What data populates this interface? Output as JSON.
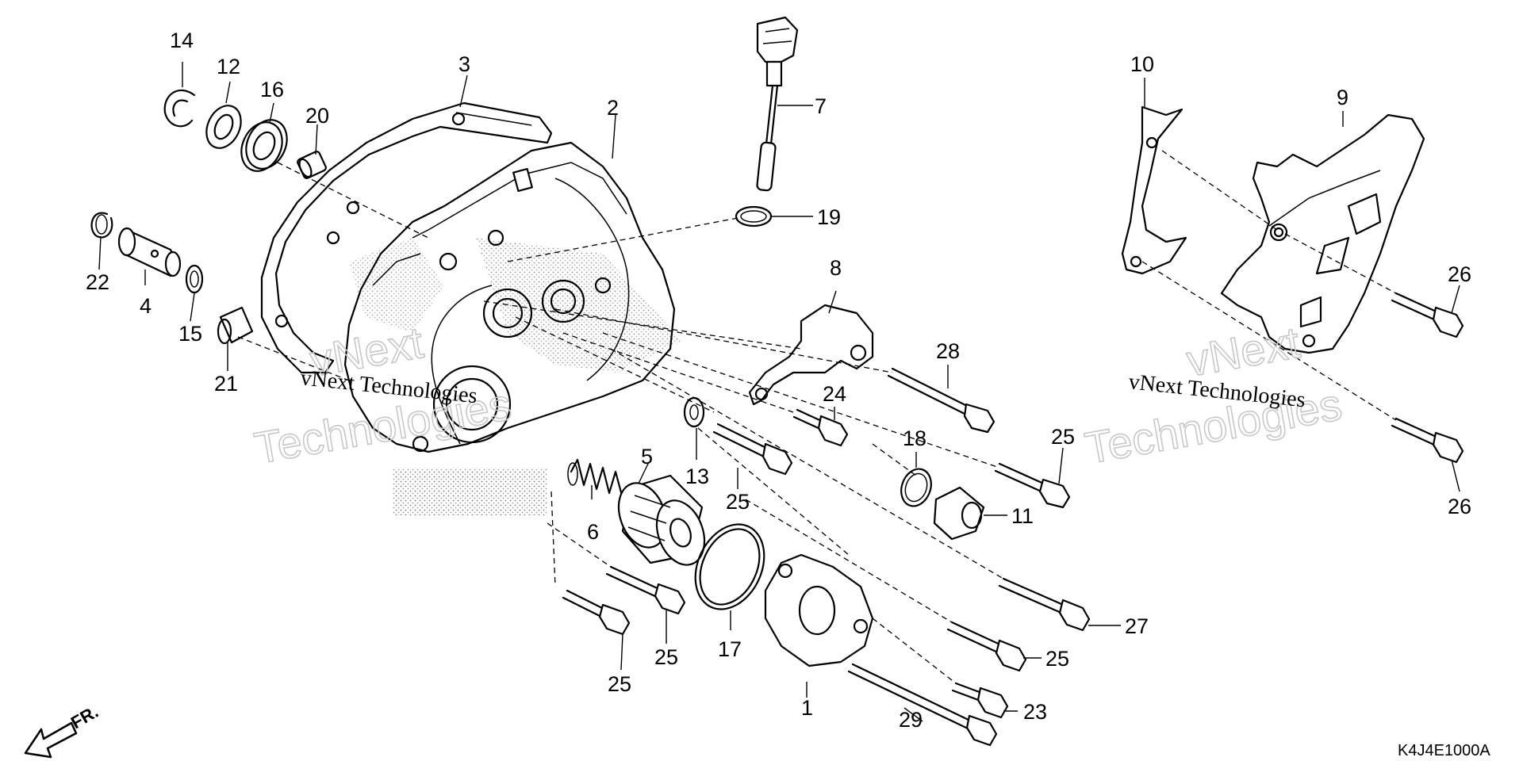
{
  "diagram": {
    "callouts": [
      {
        "id": "c1",
        "label": "1"
      },
      {
        "id": "c2",
        "label": "2"
      },
      {
        "id": "c3",
        "label": "3"
      },
      {
        "id": "c4",
        "label": "4"
      },
      {
        "id": "c5",
        "label": "5"
      },
      {
        "id": "c6",
        "label": "6"
      },
      {
        "id": "c7",
        "label": "7"
      },
      {
        "id": "c8",
        "label": "8"
      },
      {
        "id": "c9",
        "label": "9"
      },
      {
        "id": "c10",
        "label": "10"
      },
      {
        "id": "c11",
        "label": "11"
      },
      {
        "id": "c12",
        "label": "12"
      },
      {
        "id": "c13",
        "label": "13"
      },
      {
        "id": "c14",
        "label": "14"
      },
      {
        "id": "c15",
        "label": "15"
      },
      {
        "id": "c16",
        "label": "16"
      },
      {
        "id": "c17",
        "label": "17"
      },
      {
        "id": "c18",
        "label": "18"
      },
      {
        "id": "c19",
        "label": "19"
      },
      {
        "id": "c20",
        "label": "20"
      },
      {
        "id": "c21",
        "label": "21"
      },
      {
        "id": "c22",
        "label": "22"
      },
      {
        "id": "c23",
        "label": "23"
      },
      {
        "id": "c24",
        "label": "24"
      },
      {
        "id": "c25a",
        "label": "25"
      },
      {
        "id": "c25b",
        "label": "25"
      },
      {
        "id": "c25c",
        "label": "25"
      },
      {
        "id": "c25d",
        "label": "25"
      },
      {
        "id": "c25e",
        "label": "25"
      },
      {
        "id": "c26a",
        "label": "26"
      },
      {
        "id": "c26b",
        "label": "26"
      },
      {
        "id": "c27",
        "label": "27"
      },
      {
        "id": "c28",
        "label": "28"
      },
      {
        "id": "c29",
        "label": "29"
      }
    ],
    "front_indicator": "FR.",
    "diagram_code": "K4J4E1000A",
    "watermark": {
      "small": "vNext Technologies",
      "big_line1": "vNext",
      "big_line2": "Technologies"
    }
  }
}
